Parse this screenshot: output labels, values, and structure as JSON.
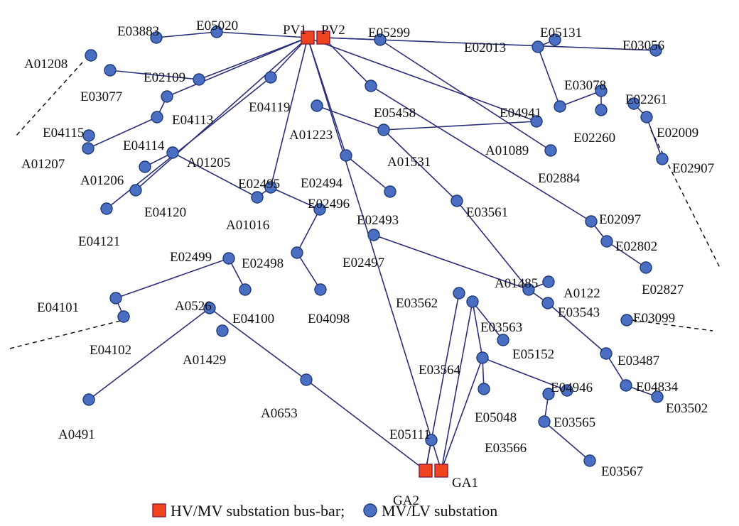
{
  "legend": {
    "bus_text": "HV/MV substation bus-bar;",
    "sub_text": "MV/LV substation"
  },
  "colors": {
    "bus_fill": "#f0431f",
    "node_fill": "#4a6fc2",
    "edge": "#2b2f7a"
  },
  "buses": [
    {
      "id": "PV1",
      "label": "PV1"
    },
    {
      "id": "PV2",
      "label": "PV2"
    },
    {
      "id": "GA2",
      "label": "GA2"
    },
    {
      "id": "GA1",
      "label": "GA1"
    }
  ],
  "nodes": [
    {
      "id": "E03883",
      "label": "E03883"
    },
    {
      "id": "E05020",
      "label": "E05020"
    },
    {
      "id": "E05299",
      "label": "E05299"
    },
    {
      "id": "E05131",
      "label": "E05131"
    },
    {
      "id": "E02013",
      "label": "E02013"
    },
    {
      "id": "E03056",
      "label": "E03056"
    },
    {
      "id": "A01208",
      "label": "A01208"
    },
    {
      "id": "E02109",
      "label": "E02109"
    },
    {
      "id": "E03077",
      "label": "E03077"
    },
    {
      "id": "E04119",
      "label": "E04119"
    },
    {
      "id": "E04113",
      "label": "E04113"
    },
    {
      "id": "E05458",
      "label": "E05458"
    },
    {
      "id": "E03078",
      "label": "E03078"
    },
    {
      "id": "E04941",
      "label": "E04941"
    },
    {
      "id": "E02261",
      "label": "E02261"
    },
    {
      "id": "E02260",
      "label": "E02260"
    },
    {
      "id": "E02009",
      "label": "E02009"
    },
    {
      "id": "E04115",
      "label": "E04115"
    },
    {
      "id": "E04114",
      "label": "E04114"
    },
    {
      "id": "A01207",
      "label": "A01207"
    },
    {
      "id": "A01223",
      "label": "A01223"
    },
    {
      "id": "A01089",
      "label": "A01089"
    },
    {
      "id": "A01531",
      "label": "A01531"
    },
    {
      "id": "E02884",
      "label": "E02884"
    },
    {
      "id": "E02907",
      "label": "E02907"
    },
    {
      "id": "A01205",
      "label": "A01205"
    },
    {
      "id": "A01206",
      "label": "A01206"
    },
    {
      "id": "E02495",
      "label": "E02495"
    },
    {
      "id": "E02494",
      "label": "E02494"
    },
    {
      "id": "E04120",
      "label": "E04120"
    },
    {
      "id": "E04121",
      "label": "E04121"
    },
    {
      "id": "A01016",
      "label": "A01016"
    },
    {
      "id": "E02496",
      "label": "E02496"
    },
    {
      "id": "E02493",
      "label": "E02493"
    },
    {
      "id": "E03561",
      "label": "E03561"
    },
    {
      "id": "E02097",
      "label": "E02097"
    },
    {
      "id": "E02802",
      "label": "E02802"
    },
    {
      "id": "E02498",
      "label": "E02498"
    },
    {
      "id": "E02497",
      "label": "E02497"
    },
    {
      "id": "E02499",
      "label": "E02499"
    },
    {
      "id": "A01485",
      "label": "A01485"
    },
    {
      "id": "A0122",
      "label": "A0122"
    },
    {
      "id": "E02827",
      "label": "E02827"
    },
    {
      "id": "E04101",
      "label": "E04101"
    },
    {
      "id": "E04100",
      "label": "E04100"
    },
    {
      "id": "E04098",
      "label": "E04098"
    },
    {
      "id": "A0526",
      "label": "A0526"
    },
    {
      "id": "E03562",
      "label": "E03562"
    },
    {
      "id": "E03563",
      "label": "E03563"
    },
    {
      "id": "E03543",
      "label": "E03543"
    },
    {
      "id": "E03099",
      "label": "E03099"
    },
    {
      "id": "E04102",
      "label": "E04102"
    },
    {
      "id": "A01429",
      "label": "A01429"
    },
    {
      "id": "E05152",
      "label": "E05152"
    },
    {
      "id": "E03487",
      "label": "E03487"
    },
    {
      "id": "E03564",
      "label": "E03564"
    },
    {
      "id": "E04834",
      "label": "E04834"
    },
    {
      "id": "E04946",
      "label": "E04946"
    },
    {
      "id": "E03502",
      "label": "E03502"
    },
    {
      "id": "E05048",
      "label": "E05048"
    },
    {
      "id": "E03565",
      "label": "E03565"
    },
    {
      "id": "A0653",
      "label": "A0653"
    },
    {
      "id": "A0491",
      "label": "A0491"
    },
    {
      "id": "E03566",
      "label": "E03566"
    },
    {
      "id": "E05111",
      "label": "E05111"
    },
    {
      "id": "E03567",
      "label": "E03567"
    }
  ]
}
